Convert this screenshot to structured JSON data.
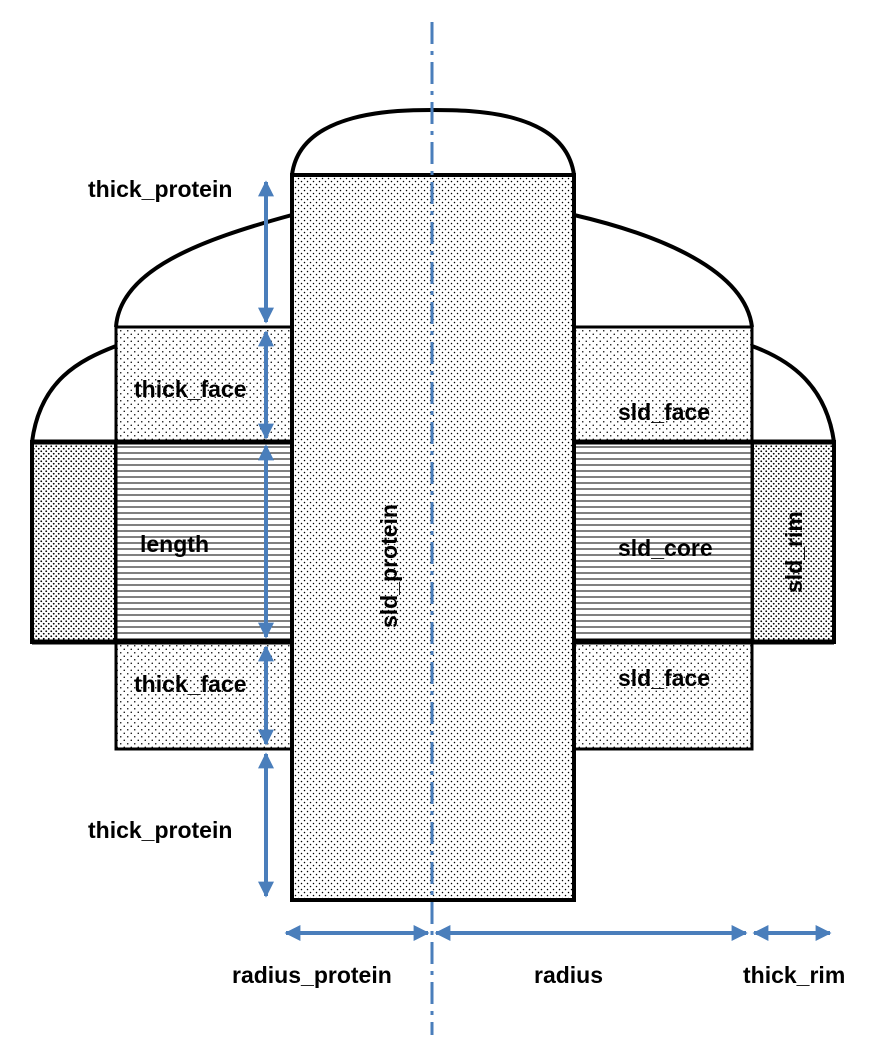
{
  "labels": {
    "thick_protein_top": "thick_protein",
    "thick_face_top": "thick_face",
    "length": "length",
    "thick_face_bottom": "thick_face",
    "thick_protein_bottom": "thick_protein",
    "sld_protein": "sld_protein",
    "sld_face_top": "sld_face",
    "sld_core": "sld_core",
    "sld_face_bottom": "sld_face",
    "sld_rim": "sld_rim",
    "radius_protein": "radius_protein",
    "radius": "radius",
    "thick_rim": "thick_rim"
  },
  "colors": {
    "outline": "#000000",
    "arrow": "#4a7ebb",
    "axis": "#4a7ebb",
    "background": "#ffffff"
  }
}
